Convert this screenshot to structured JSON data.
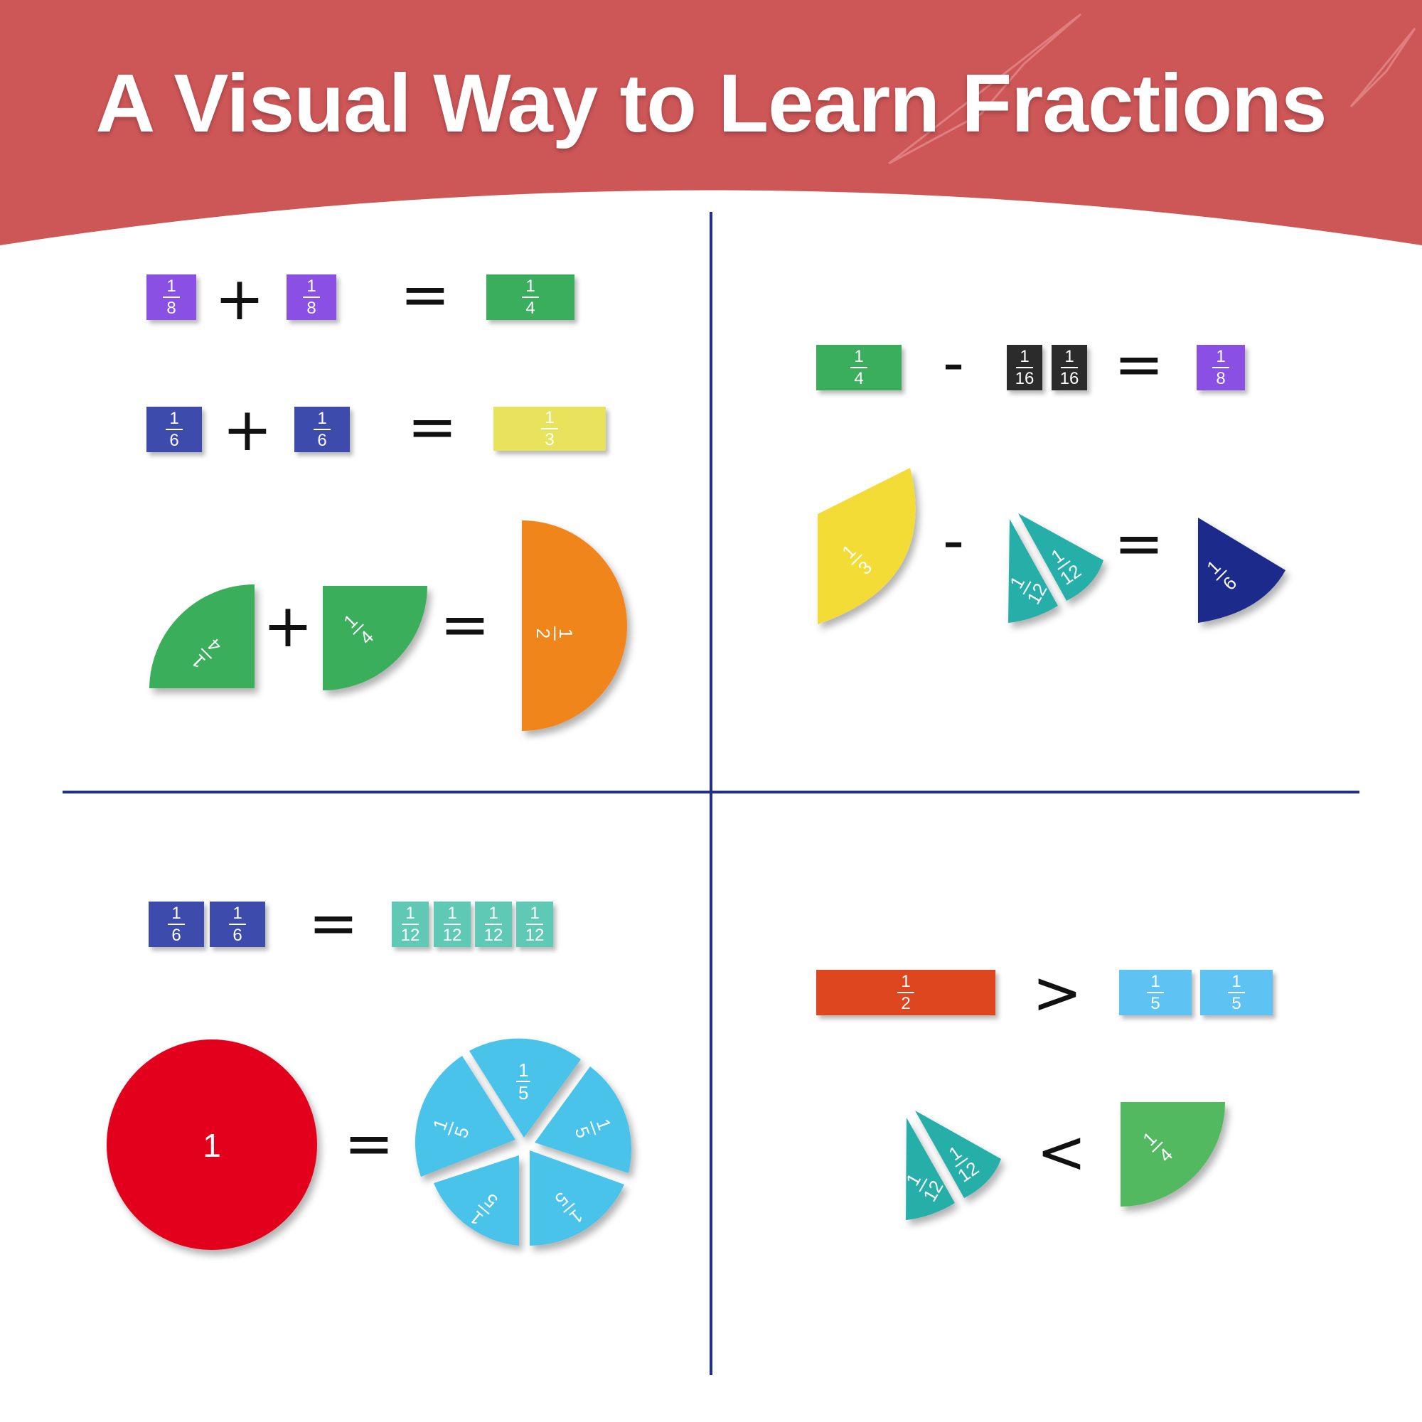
{
  "title": "A Visual Way to Learn Fractions",
  "colors": {
    "banner": "#cd5657",
    "purple": "#8a4fe3",
    "blue": "#3c4bac",
    "green": "#3aae5c",
    "yellow": "#e8e35c",
    "orange": "#f0851f",
    "black": "#2b2b2b",
    "teal": "#28afa8",
    "navy": "#1c2c8c",
    "lightTeal": "#5fc9b6",
    "red": "#e2001b",
    "skyBlue": "#49c3ea",
    "barBlue": "#5ec3f2",
    "redOrange": "#de4620"
  },
  "ops": {
    "plus": "+",
    "minus": "-",
    "equals": "=",
    "greater": ">",
    "less": "<"
  },
  "q1": {
    "row1": {
      "a": {
        "n": "1",
        "d": "8"
      },
      "b": {
        "n": "1",
        "d": "8"
      },
      "r": {
        "n": "1",
        "d": "4"
      }
    },
    "row2": {
      "a": {
        "n": "1",
        "d": "6"
      },
      "b": {
        "n": "1",
        "d": "6"
      },
      "r": {
        "n": "1",
        "d": "3"
      }
    },
    "row3": {
      "a": {
        "n": "1",
        "d": "4"
      },
      "b": {
        "n": "1",
        "d": "4"
      },
      "r": {
        "n": "1",
        "d": "2"
      }
    }
  },
  "q2": {
    "row1": {
      "a": {
        "n": "1",
        "d": "4"
      },
      "b": {
        "n": "1",
        "d": "16"
      },
      "c": {
        "n": "1",
        "d": "16"
      },
      "r": {
        "n": "1",
        "d": "8"
      }
    },
    "row2": {
      "a": {
        "n": "1",
        "d": "3"
      },
      "b": {
        "n": "1",
        "d": "12"
      },
      "c": {
        "n": "1",
        "d": "12"
      },
      "r": {
        "n": "1",
        "d": "6"
      }
    }
  },
  "q3": {
    "row1": {
      "a": {
        "n": "1",
        "d": "6"
      },
      "b": {
        "n": "1",
        "d": "6"
      },
      "twelfths": [
        {
          "n": "1",
          "d": "12"
        },
        {
          "n": "1",
          "d": "12"
        },
        {
          "n": "1",
          "d": "12"
        },
        {
          "n": "1",
          "d": "12"
        }
      ]
    },
    "row2": {
      "whole": "1",
      "fifth": {
        "n": "1",
        "d": "5"
      }
    }
  },
  "q4": {
    "row1": {
      "a": {
        "n": "1",
        "d": "2"
      },
      "b": {
        "n": "1",
        "d": "5"
      },
      "c": {
        "n": "1",
        "d": "5"
      }
    },
    "row2": {
      "a": {
        "n": "1",
        "d": "12"
      },
      "b": {
        "n": "1",
        "d": "12"
      },
      "r": {
        "n": "1",
        "d": "4"
      }
    }
  }
}
